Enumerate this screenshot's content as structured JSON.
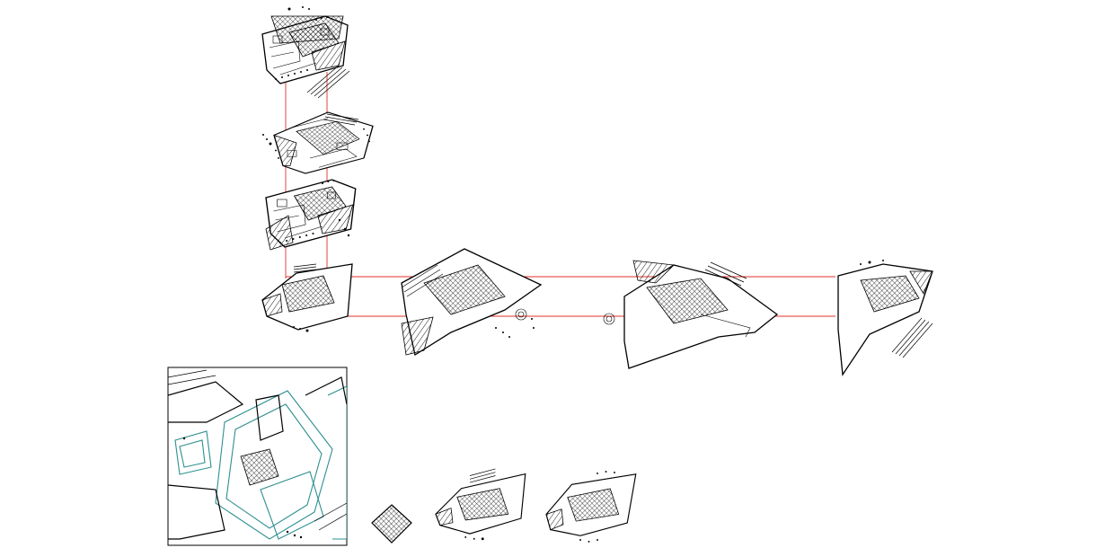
{
  "diagram": {
    "connector_color": "#e0302a",
    "plan_color": "#000000",
    "site_accent_color": "#2f8f8f",
    "background": "#ffffff",
    "vertical_stack_count": 4,
    "horizontal_row_count": 3,
    "thumbnail_count": 3
  }
}
